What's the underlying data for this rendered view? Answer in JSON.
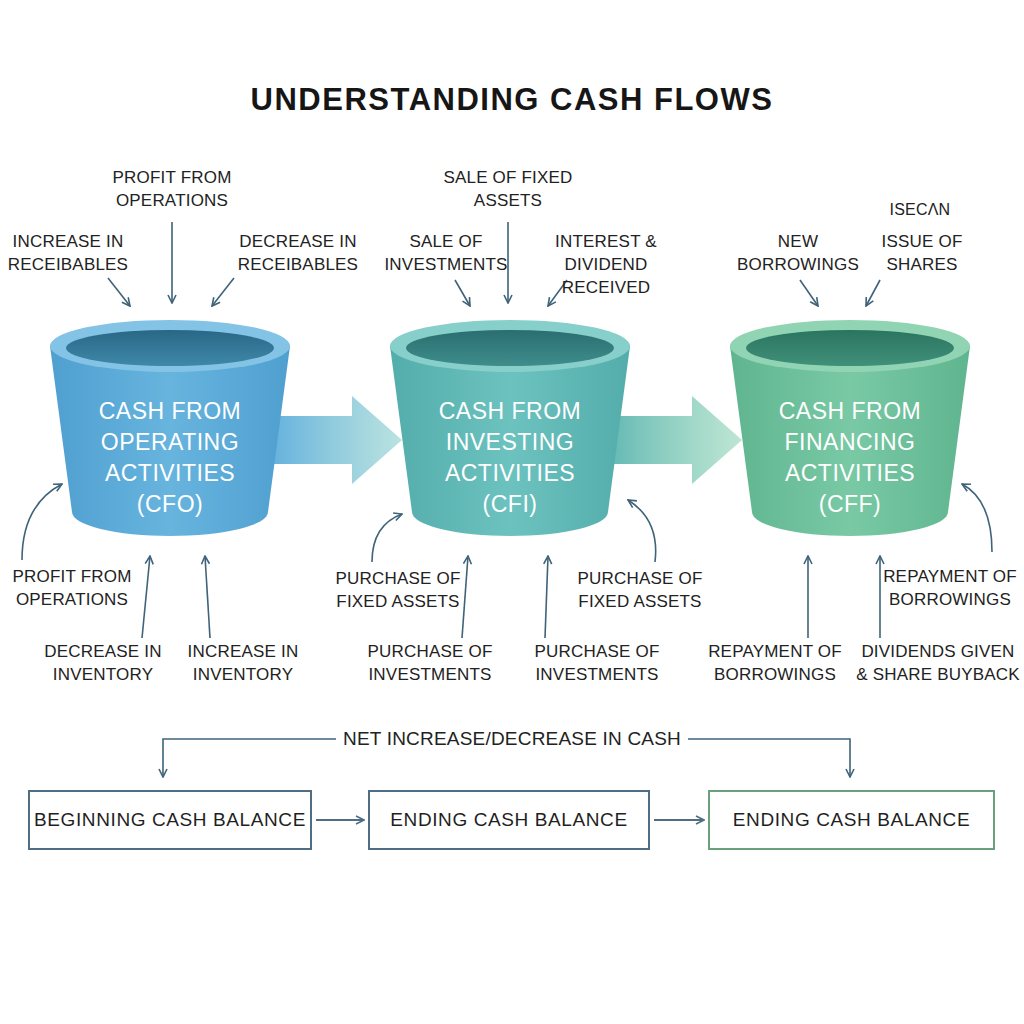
{
  "diagram": {
    "title": "UNDERSTANDING CASH FLOWS",
    "nodes": [
      {
        "text": [
          "CASH FROM OPERATING ACTIVITIES (CFO)"
        ]
      },
      {
        "text": [
          "CASH FROM INVESTING ACTIVITIES (CFI)"
        ]
      },
      {
        "text": [
          "CASH FROM FINANCING ACTIVITIES (CFF)"
        ]
      },
      {
        "text": [
          "BEGINNING CASH BALANCE"
        ]
      },
      {
        "text": [
          "ENDING CASH BALANCE"
        ]
      },
      {
        "text": [
          "ENDING CASH BALANCE"
        ]
      }
    ],
    "edges": [
      {
        "from": 0,
        "to": 1,
        "arrow": "to"
      },
      {
        "from": 1,
        "to": 2,
        "arrow": "to"
      },
      {
        "from": 3,
        "to": 4,
        "arrow": "to"
      },
      {
        "from": 4,
        "to": 5,
        "arrow": "to"
      }
    ],
    "labels": [
      "PROFIT FROM OPERATIONS",
      "INCREASE IN RECEIBABLES",
      "DECREASE IN RECEIBABLES",
      "SALE OF FIXED ASSETS",
      "SALE OF INVESTMENTS",
      "INTEREST & DIVIDEND RECEIVED",
      "ISECΛN",
      "NEW BORROWINGS",
      "ISSUE OF SHARES",
      "PROFIT FROM OPERATIONS",
      "PURCHASE OF FIXED ASSETS",
      "PURCHASE OF FIXED ASSETS",
      "REPAYMENT OF BORROWINGS",
      "DECREASE IN INVENTORY",
      "INCREASE IN INVENTORY",
      "PURCHASE OF INVESTMENTS",
      "PURCHASE OF INVESTMENTS",
      "REPAYMENT OF BORROWINGS",
      "DIVIDENDS GIVEN & SHARE BUYBACK",
      "NET INCREASE/DECREASE IN CASH"
    ]
  }
}
